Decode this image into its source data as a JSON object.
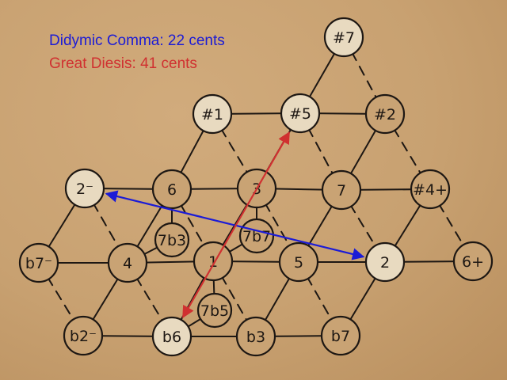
{
  "legend": {
    "comma": {
      "text": "Didymic Comma: 22 cents",
      "color": "#1b1bd6"
    },
    "diesis": {
      "text": "Great Diesis: 41 cents",
      "color": "#d03030"
    }
  },
  "colors": {
    "background": "#c9a374",
    "node_fill_plain": "#c9a374",
    "node_fill_highlight": "#e8dac0",
    "ink": "#1d1713"
  },
  "nodes": [
    {
      "id": "n-sharp7",
      "label": "#7",
      "highlight": true
    },
    {
      "id": "n-sharp1",
      "label": "#1",
      "highlight": true
    },
    {
      "id": "n-sharp5",
      "label": "#5",
      "highlight": true
    },
    {
      "id": "n-sharp2",
      "label": "#2",
      "highlight": false
    },
    {
      "id": "n-2minus",
      "label": "2⁻",
      "highlight": true
    },
    {
      "id": "n-6",
      "label": "6",
      "highlight": false
    },
    {
      "id": "n-3",
      "label": "3",
      "highlight": false
    },
    {
      "id": "n-7",
      "label": "7",
      "highlight": false
    },
    {
      "id": "n-sharp4plus",
      "label": "#4+",
      "highlight": false
    },
    {
      "id": "n-7b3",
      "label": "7b3",
      "highlight": false
    },
    {
      "id": "n-7b7",
      "label": "7b7",
      "highlight": false
    },
    {
      "id": "n-b7minus",
      "label": "b7⁻",
      "highlight": false
    },
    {
      "id": "n-4",
      "label": "4",
      "highlight": false
    },
    {
      "id": "n-1",
      "label": "1",
      "highlight": false
    },
    {
      "id": "n-5",
      "label": "5",
      "highlight": false
    },
    {
      "id": "n-2",
      "label": "2",
      "highlight": true
    },
    {
      "id": "n-6plus",
      "label": "6+",
      "highlight": false
    },
    {
      "id": "n-7b5",
      "label": "7b5",
      "highlight": false
    },
    {
      "id": "n-b2minus",
      "label": "b2⁻",
      "highlight": false
    },
    {
      "id": "n-b6",
      "label": "b6",
      "highlight": true
    },
    {
      "id": "n-b3",
      "label": "b3",
      "highlight": false
    },
    {
      "id": "n-b7",
      "label": "b7",
      "highlight": false
    }
  ],
  "edges": [
    {
      "from": "n-sharp1",
      "to": "n-sharp5",
      "style": "solid"
    },
    {
      "from": "n-sharp5",
      "to": "n-sharp2",
      "style": "solid"
    },
    {
      "from": "n-2minus",
      "to": "n-6",
      "style": "solid"
    },
    {
      "from": "n-6",
      "to": "n-3",
      "style": "solid"
    },
    {
      "from": "n-3",
      "to": "n-7",
      "style": "solid"
    },
    {
      "from": "n-7",
      "to": "n-sharp4plus",
      "style": "solid"
    },
    {
      "from": "n-b7minus",
      "to": "n-4",
      "style": "solid"
    },
    {
      "from": "n-4",
      "to": "n-1",
      "style": "solid"
    },
    {
      "from": "n-1",
      "to": "n-5",
      "style": "solid"
    },
    {
      "from": "n-5",
      "to": "n-2",
      "style": "solid"
    },
    {
      "from": "n-2",
      "to": "n-6plus",
      "style": "solid"
    },
    {
      "from": "n-b2minus",
      "to": "n-b6",
      "style": "solid"
    },
    {
      "from": "n-b6",
      "to": "n-b3",
      "style": "solid"
    },
    {
      "from": "n-b3",
      "to": "n-b7",
      "style": "solid"
    },
    {
      "from": "n-sharp7",
      "to": "n-sharp5",
      "style": "solid"
    },
    {
      "from": "n-sharp1",
      "to": "n-6",
      "style": "solid"
    },
    {
      "from": "n-sharp5",
      "to": "n-3",
      "style": "solid"
    },
    {
      "from": "n-sharp2",
      "to": "n-7",
      "style": "solid"
    },
    {
      "from": "n-2minus",
      "to": "n-b7minus",
      "style": "solid"
    },
    {
      "from": "n-6",
      "to": "n-4",
      "style": "solid"
    },
    {
      "from": "n-3",
      "to": "n-1",
      "style": "solid"
    },
    {
      "from": "n-7",
      "to": "n-5",
      "style": "solid"
    },
    {
      "from": "n-sharp4plus",
      "to": "n-2",
      "style": "solid"
    },
    {
      "from": "n-4",
      "to": "n-b2minus",
      "style": "solid"
    },
    {
      "from": "n-1",
      "to": "n-b6",
      "style": "solid"
    },
    {
      "from": "n-5",
      "to": "n-b3",
      "style": "solid"
    },
    {
      "from": "n-2",
      "to": "n-b7",
      "style": "solid"
    },
    {
      "from": "n-sharp7",
      "to": "n-sharp2",
      "style": "dashed"
    },
    {
      "from": "n-sharp1",
      "to": "n-3",
      "style": "dashed"
    },
    {
      "from": "n-sharp5",
      "to": "n-7",
      "style": "dashed"
    },
    {
      "from": "n-sharp2",
      "to": "n-sharp4plus",
      "style": "dashed"
    },
    {
      "from": "n-2minus",
      "to": "n-4",
      "style": "dashed"
    },
    {
      "from": "n-6",
      "to": "n-1",
      "style": "dashed"
    },
    {
      "from": "n-3",
      "to": "n-5",
      "style": "dashed"
    },
    {
      "from": "n-7",
      "to": "n-2",
      "style": "dashed"
    },
    {
      "from": "n-sharp4plus",
      "to": "n-6plus",
      "style": "dashed"
    },
    {
      "from": "n-b7minus",
      "to": "n-b2minus",
      "style": "dashed"
    },
    {
      "from": "n-4",
      "to": "n-b6",
      "style": "dashed"
    },
    {
      "from": "n-1",
      "to": "n-b3",
      "style": "dashed"
    },
    {
      "from": "n-5",
      "to": "n-b7",
      "style": "dashed"
    },
    {
      "from": "n-4",
      "to": "n-7b3",
      "style": "solid"
    },
    {
      "from": "n-7b3",
      "to": "n-6",
      "style": "solid"
    },
    {
      "from": "n-1",
      "to": "n-7b7",
      "style": "solid"
    },
    {
      "from": "n-7b7",
      "to": "n-3",
      "style": "solid"
    },
    {
      "from": "n-b6",
      "to": "n-7b5",
      "style": "solid"
    },
    {
      "from": "n-7b5",
      "to": "n-1",
      "style": "solid"
    }
  ],
  "arrows": [
    {
      "name": "didymic-comma-arrow",
      "from": "n-2",
      "to": "n-2minus",
      "color": "#1b1bd6",
      "double_headed": true
    },
    {
      "name": "great-diesis-arrow",
      "from": "n-b6",
      "to": "n-sharp5",
      "color": "#d03030",
      "double_headed": true
    }
  ]
}
